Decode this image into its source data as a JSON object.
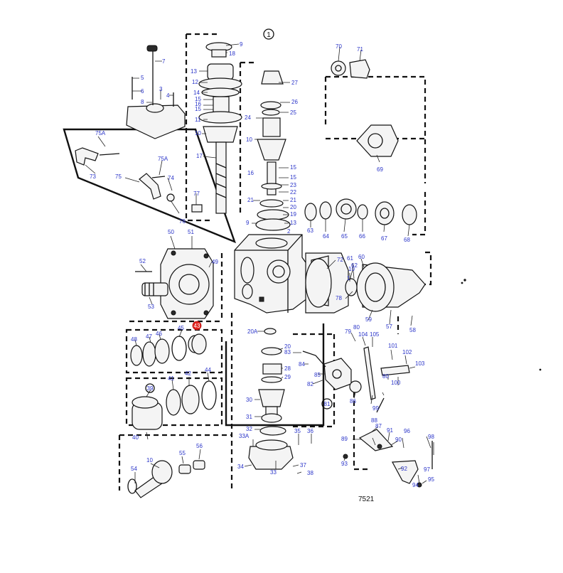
{
  "diagram": {
    "figure_number": "7521",
    "highlight_color": "#e0231f",
    "label_color": "#2b35c9",
    "highlighted_part": "43",
    "view_markers": [
      "1",
      "81"
    ],
    "parts": {
      "p1": "1",
      "p2": "2",
      "p3": "3",
      "p4": "4",
      "p5": "5",
      "p6": "6",
      "p7": "7",
      "p8": "8",
      "p9a": "9",
      "p9b": "9",
      "p10a": "10",
      "p10b": "10",
      "p10c": "10",
      "p11": "11",
      "p12": "12",
      "p13a": "13",
      "p13b": "13",
      "p14": "14",
      "p15a": "15",
      "p15b": "15",
      "p15c": "15",
      "p15d": "15",
      "p16a": "16",
      "p16b": "16",
      "p17": "17",
      "p18": "18",
      "p19": "19",
      "p20a": "20",
      "p20b": "20",
      "p20A": "20A",
      "p21a": "21",
      "p21b": "21",
      "p22": "22",
      "p23": "23",
      "p24": "24",
      "p25": "25",
      "p26": "26",
      "p27": "27",
      "p28": "28",
      "p29": "29",
      "p30": "30",
      "p31": "31",
      "p32": "32",
      "p33": "33",
      "p33A": "33A",
      "p34": "34",
      "p35": "35",
      "p36": "36",
      "p37": "37",
      "p38": "38",
      "p39": "39",
      "p40": "40",
      "p41": "41",
      "p42": "42",
      "p44": "44",
      "p45": "45",
      "p46": "46",
      "p47": "47",
      "p48": "48",
      "p49": "49",
      "p50": "50",
      "p51": "51",
      "p52": "52",
      "p53": "53",
      "p54": "54",
      "p55": "55",
      "p56": "56",
      "p57": "57",
      "p58": "58",
      "p59": "59",
      "p60": "60",
      "p61": "61",
      "p62": "62",
      "p63": "63",
      "p64": "64",
      "p65": "65",
      "p66": "66",
      "p67": "67",
      "p68": "68",
      "p69": "69",
      "p70": "70",
      "p71": "71",
      "p72": "72",
      "p73": "73",
      "p74": "74",
      "p75": "75",
      "p75Aa": "75A",
      "p75Ab": "75A",
      "p76": "76",
      "p77": "77",
      "p78": "78",
      "p79": "79",
      "p80a": "80",
      "p80b": "80",
      "p82": "82",
      "p83": "83",
      "p84": "84",
      "p85": "85",
      "p86": "86",
      "p87": "87",
      "p88": "88",
      "p89": "89",
      "p90": "90",
      "p91": "91",
      "p92": "92",
      "p93": "93",
      "p94": "94",
      "p95": "95",
      "p96": "96",
      "p97": "97",
      "p98": "98",
      "p99": "99",
      "p100": "100",
      "p101": "101",
      "p102": "102",
      "p103": "103",
      "p104": "104",
      "p105": "105"
    }
  }
}
